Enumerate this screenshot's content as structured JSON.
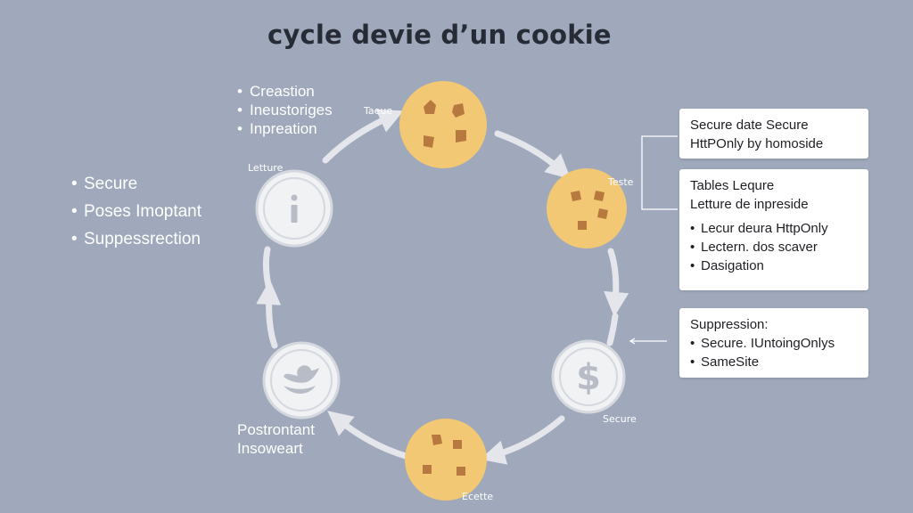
{
  "title": "cycle devie d’un cookie",
  "top_bullets": [
    "Creastion",
    "Ineustoriges",
    "Inpreation"
  ],
  "left_bullets": [
    "Secure",
    "Poses Imoptant",
    "Suppessrection"
  ],
  "node_labels": {
    "taeue": "Taeue",
    "letture": "Letture",
    "teste": "Teste",
    "secure": "Secure",
    "ecette": "Ecette"
  },
  "bottom_left_label": [
    "Postrontant",
    "Insoweart"
  ],
  "cards": {
    "card1": {
      "lines": [
        "Secure date Secure",
        "HttPOnly by homoside"
      ]
    },
    "card2": {
      "lines": [
        "Tables Lequre",
        "Letture de inpreside"
      ],
      "bullets": [
        "Lecur deura HttpOnly",
        "Lectern. dos scaver",
        "Dasigation"
      ]
    },
    "card3": {
      "heading": "Suppression:",
      "bullets": [
        "Secure. IUntoingOnlys",
        "SameSite"
      ]
    }
  },
  "colors": {
    "background": "#9fa9bb",
    "cookie": "#f3c874",
    "chip": "#b7793f",
    "arrow": "#e4e6ec",
    "icon_circle": "#f1f2f4",
    "card": "#ffffff"
  },
  "icons": [
    "info-icon",
    "dollar-icon",
    "bird-icon",
    "cookie-icon"
  ]
}
